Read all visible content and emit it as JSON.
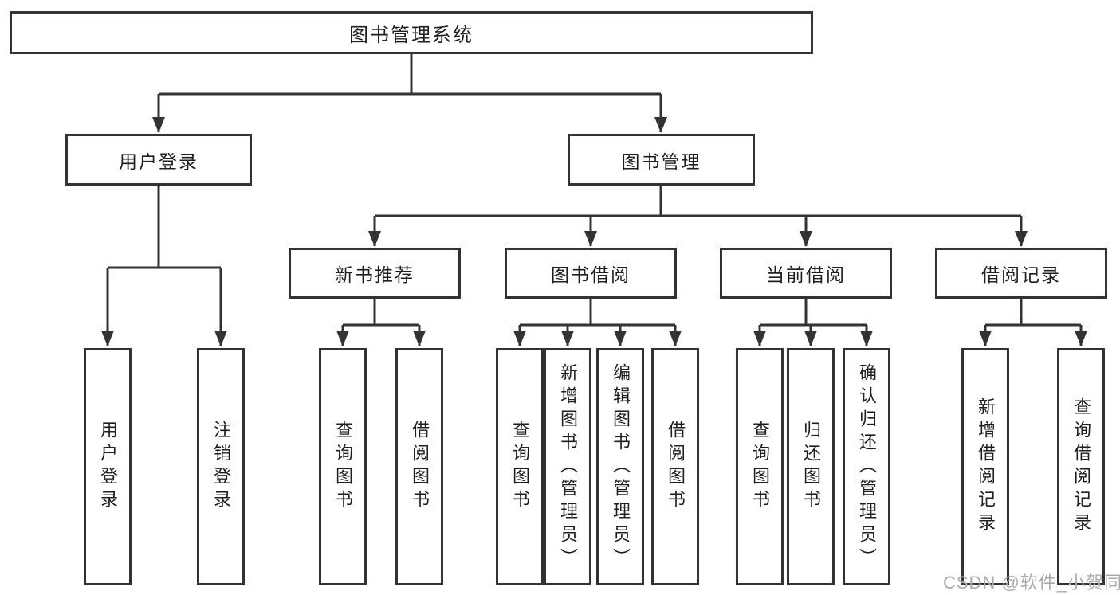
{
  "diagram": {
    "type": "hierarchy-tree",
    "colors": {
      "line": "#333333",
      "node_border": "#333333",
      "node_text": "#1f1f1f",
      "background": "#ffffff",
      "watermark": "#ababab"
    },
    "tree": {
      "root": {
        "label": "图书管理系统",
        "children": [
          {
            "label": "用户登录",
            "children": [
              {
                "label": "用户登录"
              },
              {
                "label": "注销登录"
              }
            ]
          },
          {
            "label": "图书管理",
            "children": [
              {
                "label": "新书推荐",
                "children": [
                  {
                    "label": "查询图书"
                  },
                  {
                    "label": "借阅图书"
                  }
                ]
              },
              {
                "label": "图书借阅",
                "children": [
                  {
                    "label": "查询图书"
                  },
                  {
                    "label": "新增图书（管理员）"
                  },
                  {
                    "label": "编辑图书（管理员）"
                  },
                  {
                    "label": "借阅图书"
                  }
                ]
              },
              {
                "label": "当前借阅",
                "children": [
                  {
                    "label": "查询图书"
                  },
                  {
                    "label": "归还图书"
                  },
                  {
                    "label": "确认归还（管理员）"
                  }
                ]
              },
              {
                "label": "借阅记录",
                "children": [
                  {
                    "label": "新增借阅记录"
                  },
                  {
                    "label": "查询借阅记录"
                  }
                ]
              }
            ]
          }
        ]
      }
    },
    "watermark": {
      "text": "CSDN @软件_小贺同学"
    }
  }
}
